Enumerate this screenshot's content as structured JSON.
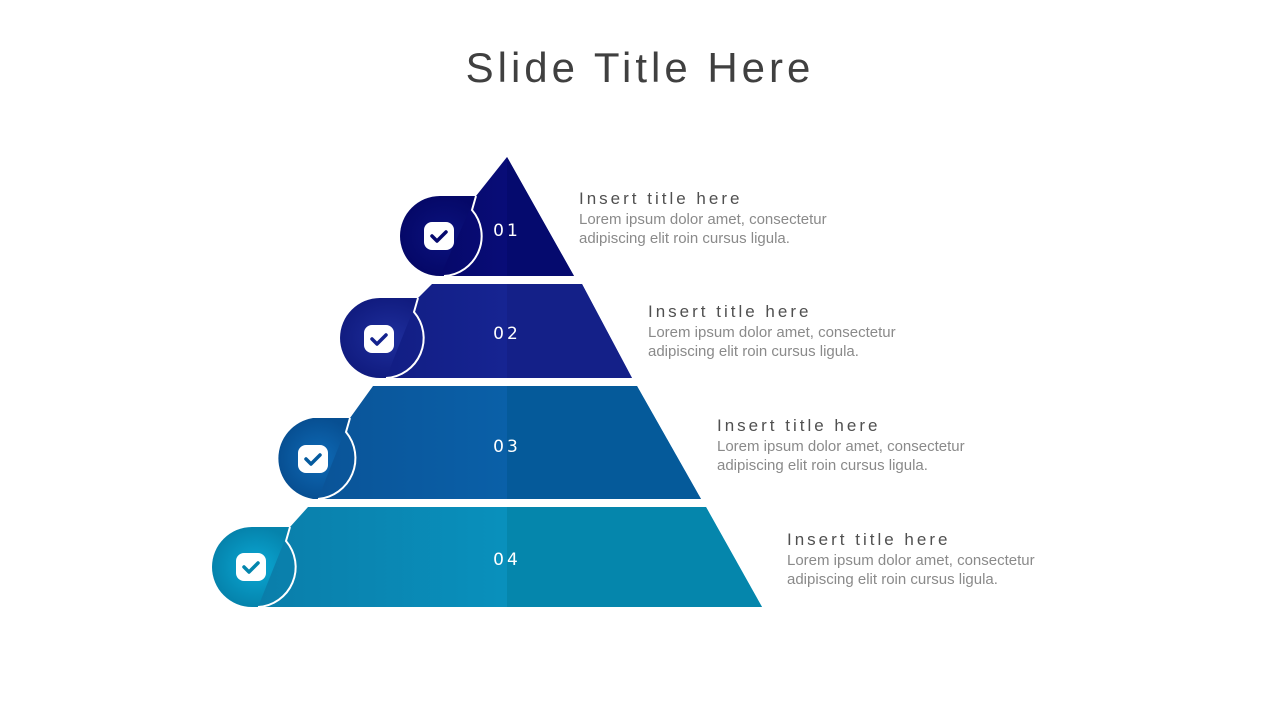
{
  "slide": {
    "title": "Slide Title Here"
  },
  "tiers": [
    {
      "number": "01",
      "title": "Insert title here",
      "body_line1": "Lorem ipsum dolor amet, consectetur",
      "body_line2": "adipiscing elit roin cursus ligula.",
      "color": "#05096e",
      "icon": "check-icon"
    },
    {
      "number": "02",
      "title": "Insert title here",
      "body_line1": "Lorem ipsum dolor amet, consectetur",
      "body_line2": "adipiscing elit roin cursus ligula.",
      "color": "#13228e",
      "icon": "check-icon"
    },
    {
      "number": "03",
      "title": "Insert title here",
      "body_line1": "Lorem ipsum dolor amet, consectetur",
      "body_line2": "adipiscing elit roin cursus ligula.",
      "color": "#045a9e",
      "icon": "check-icon"
    },
    {
      "number": "04",
      "title": "Insert title here",
      "body_line1": "Lorem ipsum dolor amet, consectetur",
      "body_line2": "adipiscing elit roin cursus ligula.",
      "color": "#0385ad",
      "icon": "check-icon"
    }
  ]
}
